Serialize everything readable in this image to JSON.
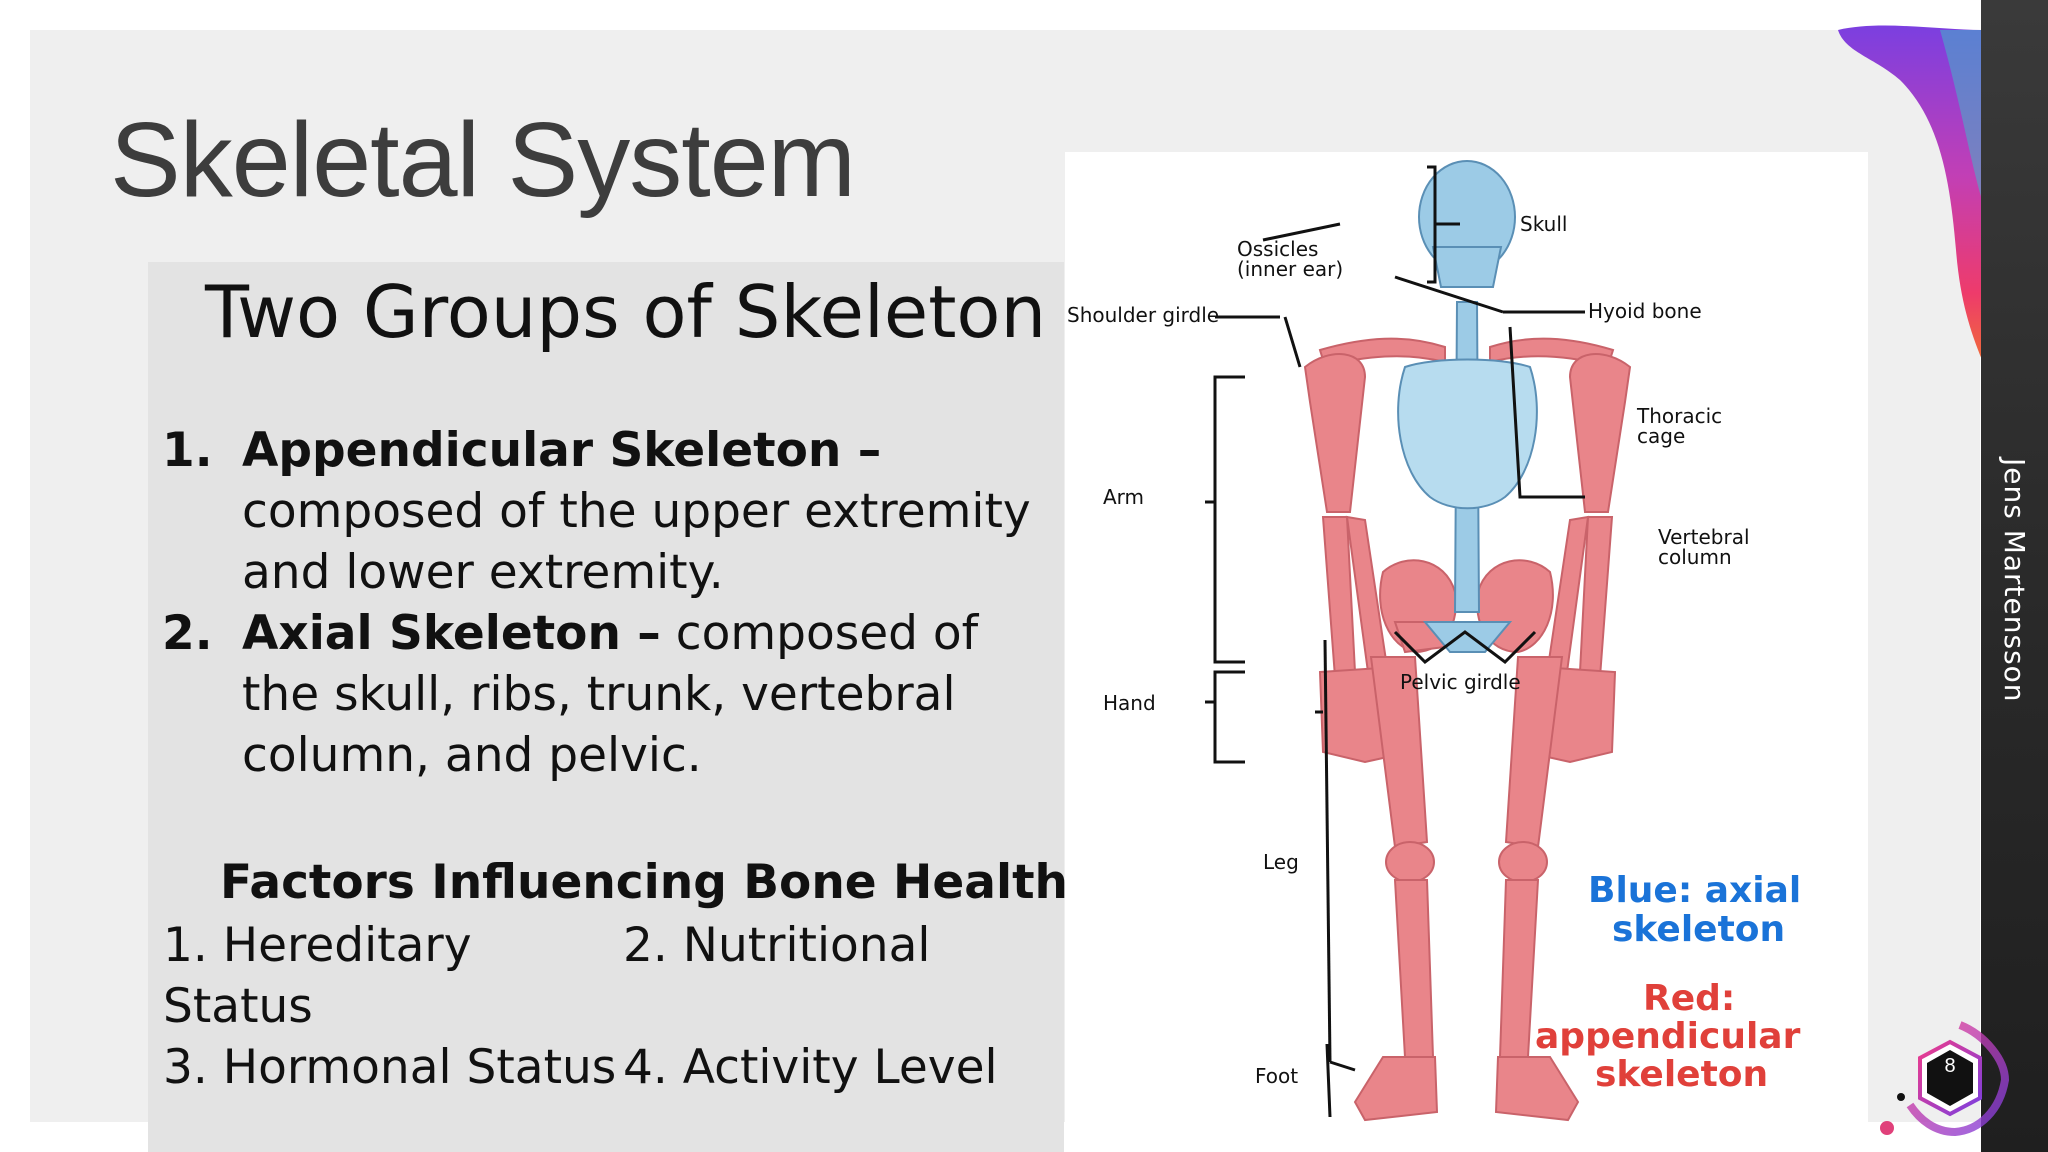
{
  "slide": {
    "title": "Skeletal System",
    "author": "Jens Martensson",
    "page_number": "8"
  },
  "content": {
    "subtitle": "Two Groups of Skeleton",
    "items": [
      {
        "number": "1.",
        "lead": "Appendicular Skeleton –",
        "text": "composed of the upper extremity and lower extremity."
      },
      {
        "number": "2.",
        "lead": "Axial Skeleton –",
        "text": "composed of the skull, ribs, trunk, vertebral column, and pelvic."
      }
    ],
    "factors_title": "Factors Influencing Bone Health",
    "factors": [
      "1. Hereditary Status",
      "2. Nutritional",
      "3. Hormonal Status",
      "4. Activity Level"
    ]
  },
  "figure": {
    "labels": {
      "skull": "Skull",
      "ossicles_1": "Ossicles",
      "ossicles_2": "(inner ear)",
      "hyoid": "Hyoid bone",
      "shoulder": "Shoulder girdle",
      "thoracic_1": "Thoracic",
      "thoracic_2": "cage",
      "arm": "Arm",
      "vertebral_1": "Vertebral",
      "vertebral_2": "column",
      "hand": "Hand",
      "pelvic": "Pelvic girdle",
      "leg": "Leg",
      "foot": "Foot"
    },
    "legend": {
      "blue_1": "Blue: axial",
      "blue_2": "skeleton",
      "red_1": "Red:",
      "red_2": "appendicular",
      "red_3": "skeleton"
    },
    "colors": {
      "axial": "#9ccbe6",
      "appendicular": "#e9858a",
      "legend_blue": "#1a73d8",
      "legend_red": "#e0403a"
    }
  }
}
